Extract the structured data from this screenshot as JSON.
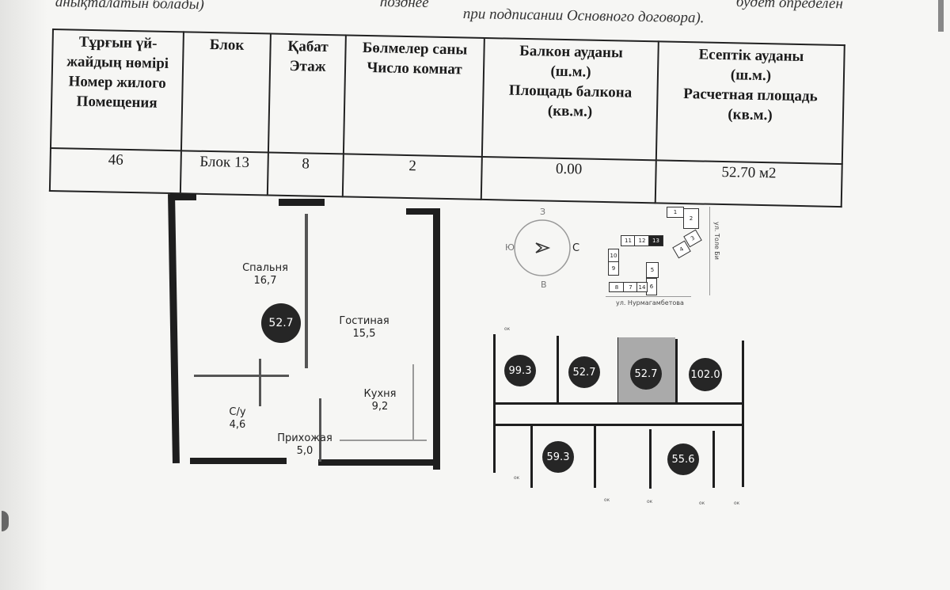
{
  "header_text": {
    "line1_left": "анықталатын болады)",
    "line1_mid": "позднее",
    "line1_right": "будет определен",
    "line2": "при подписании Основного договора)."
  },
  "table": {
    "headers": [
      "Тұрғын үй-жайдың нөмірі Номер жилого Помещения",
      "Блок",
      "Қабат Этаж",
      "Бөлмелер саны Число комнат",
      "Балкон ауданы (ш.м.) Площадь балкона (кв.м.)",
      "Есептік ауданы (ш.м.) Расчетная площадь (кв.м.)"
    ],
    "header_lines": [
      [
        "Тұрғын үй-",
        "жайдың нөмірі",
        "Номер жилого",
        "Помещения"
      ],
      [
        "Блок"
      ],
      [
        "Қабат",
        "Этаж"
      ],
      [
        "Бөлмелер саны",
        "Число комнат"
      ],
      [
        "Балкон ауданы",
        "(ш.м.)",
        "Площадь балкона",
        "(кв.м.)"
      ],
      [
        "Есептік ауданы",
        "(ш.м.)",
        "Расчетная площадь",
        "(кв.м.)"
      ]
    ],
    "row": [
      "46",
      "Блок 13",
      "8",
      "2",
      "0.00",
      "52.70 м2"
    ]
  },
  "apartment_plan": {
    "total_area": "52.7",
    "rooms": [
      {
        "name": "Спальня",
        "area": "16,7"
      },
      {
        "name": "Гостиная",
        "area": "15,5"
      },
      {
        "name": "Кухня",
        "area": "9,2"
      },
      {
        "name": "С/у",
        "area": "4,6"
      },
      {
        "name": "Прихожая",
        "area": "5,0"
      }
    ]
  },
  "compass": {
    "north": "С",
    "south": "Ю",
    "east": "В",
    "west": "З"
  },
  "site_plan": {
    "blocks": [
      "1",
      "2",
      "3",
      "4",
      "5",
      "6",
      "7",
      "8",
      "9",
      "10",
      "11",
      "12",
      "13",
      "14"
    ],
    "highlighted_block": "13",
    "street_right": "ул. Толе Би",
    "street_bottom": "ул. Нурмагамбетова"
  },
  "floor_plan": {
    "units_top": [
      "99.3",
      "52.7",
      "52.7",
      "102.0"
    ],
    "units_bottom": [
      "59.3",
      "55.6"
    ],
    "highlighted_unit_index": 2,
    "window_label": "ок"
  }
}
